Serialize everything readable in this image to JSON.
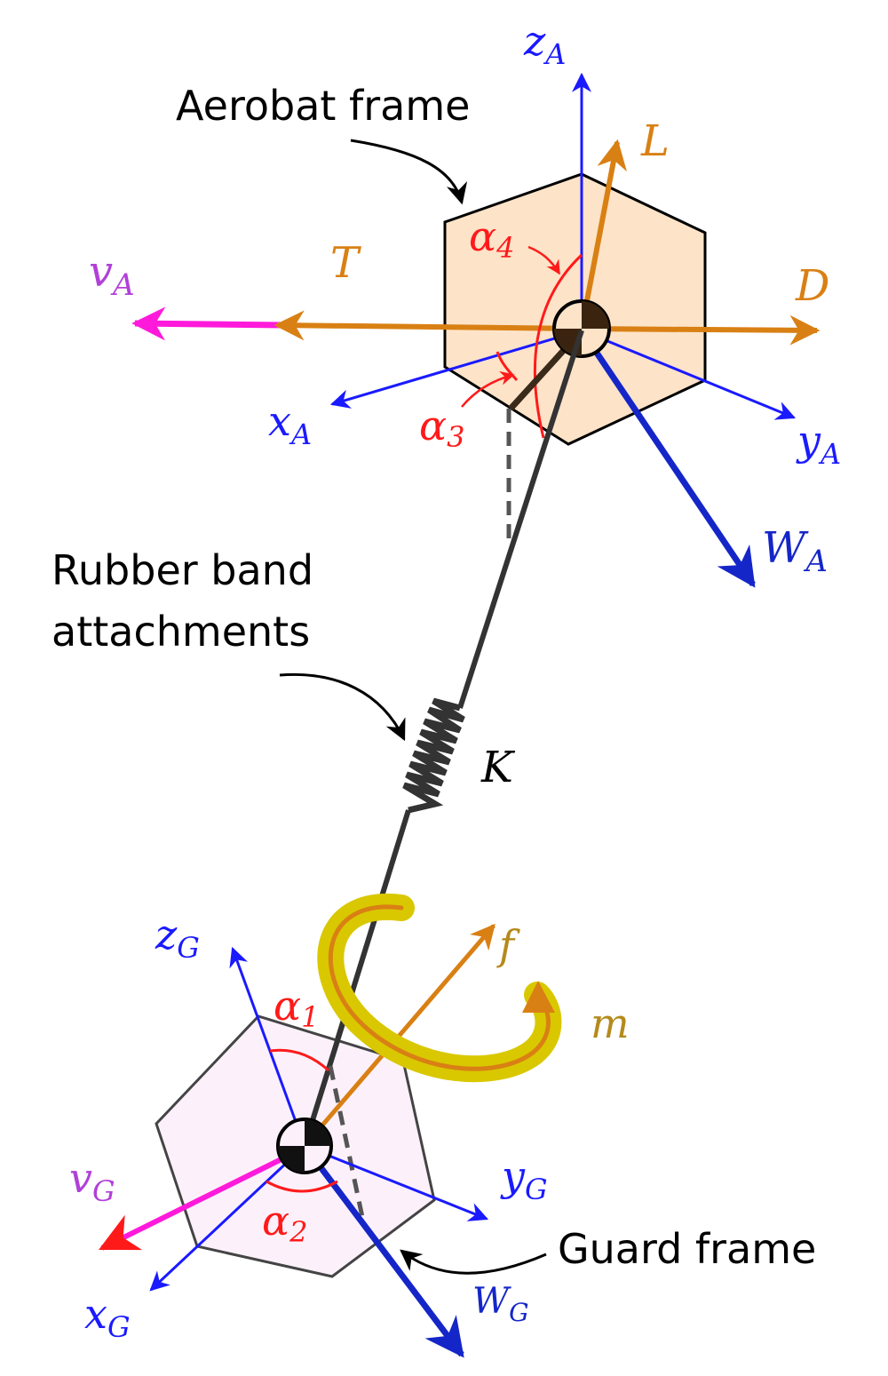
{
  "labels": {
    "aerobat_frame": "Aerobat frame",
    "rubber_band_line1": "Rubber band",
    "rubber_band_line2": "attachments",
    "guard_frame": "Guard frame"
  },
  "aerobat_axes": {
    "z": {
      "sym": "z",
      "sub": "A"
    },
    "x": {
      "sym": "x",
      "sub": "A"
    },
    "y": {
      "sym": "y",
      "sub": "A"
    },
    "w": {
      "sym": "W",
      "sub": "A"
    },
    "v": {
      "sym": "v",
      "sub": "A"
    }
  },
  "aerobat_forces": {
    "L": "L",
    "T": "T",
    "D": "D"
  },
  "aerobat_angles": {
    "a4": {
      "sym": "α",
      "sub": "4"
    },
    "a3": {
      "sym": "α",
      "sub": "3"
    }
  },
  "spring": {
    "label": "K"
  },
  "guard_axes": {
    "z": {
      "sym": "z",
      "sub": "G"
    },
    "x": {
      "sym": "x",
      "sub": "G"
    },
    "y": {
      "sym": "y",
      "sub": "G"
    },
    "w": {
      "sym": "W",
      "sub": "G"
    },
    "v": {
      "sym": "v",
      "sub": "G"
    }
  },
  "guard_loads": {
    "f": "f",
    "m": "m"
  },
  "guard_angles": {
    "a1": {
      "sym": "α",
      "sub": "1"
    },
    "a2": {
      "sym": "α",
      "sub": "2"
    }
  },
  "colors": {
    "axis_blue": "#1a1aff",
    "weight_blue": "#1526c8",
    "force_orange": "#d98014",
    "velocity_magenta": "#ff1adb",
    "guard_velocity_red": "#ff1a1a",
    "angle_red": "#ff1a1a",
    "aerobat_fill": "#fde3c8",
    "guard_fill": "#fcf0fb",
    "moment_yellow": "#d9c800",
    "load_label_gold": "#b58a1c",
    "velocity_label": "#b040d8"
  }
}
